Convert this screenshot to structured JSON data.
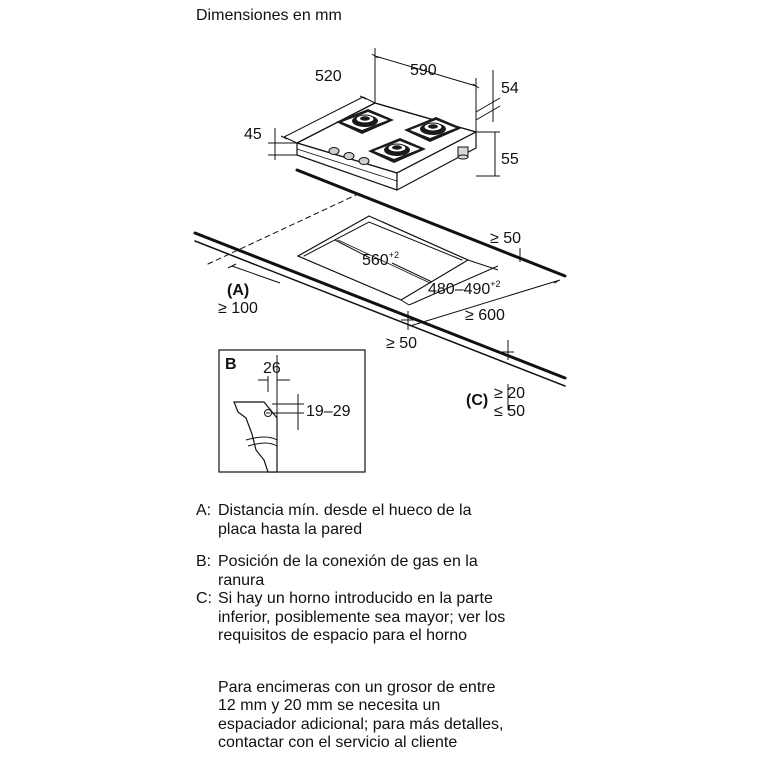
{
  "title": "Dimensiones en mm",
  "hob": {
    "dim_depth": "520",
    "dim_width": "590",
    "dim_height_front": "45",
    "dim_height_back": "54",
    "dim_height_side": "55"
  },
  "cutout": {
    "dim_width": "560",
    "dim_width_tol": "+2",
    "dim_depth": "480–490",
    "dim_depth_tol": "+2",
    "dim_side": "≥ 50",
    "dim_rear": "≥ 600",
    "dim_front": "≥ 50",
    "label_a": "(A)",
    "dim_a": "≥ 100",
    "label_c": "(C)",
    "dim_c_min": "≥ 20",
    "dim_c_max": "≤ 50"
  },
  "inset_b": {
    "label": "B",
    "dim_horizontal": "26",
    "dim_vertical": "19–29"
  },
  "legend": [
    {
      "key": "A:",
      "text": "Distancia mín. desde el hueco de la\nplaca hasta la pared"
    },
    {
      "key": "B:",
      "text": "Posición de la conexión de gas en la\nranura"
    },
    {
      "key": "C:",
      "text": "Si hay un horno introducido en la parte\ninferior, posiblemente sea mayor; ver los\nrequisitos de espacio para el horno"
    }
  ],
  "note": "Para encimeras con un grosor de entre\n12 mm y 20 mm se necesita un\nespaciador adicional; para más detalles,\ncontactar con el servicio al cliente"
}
